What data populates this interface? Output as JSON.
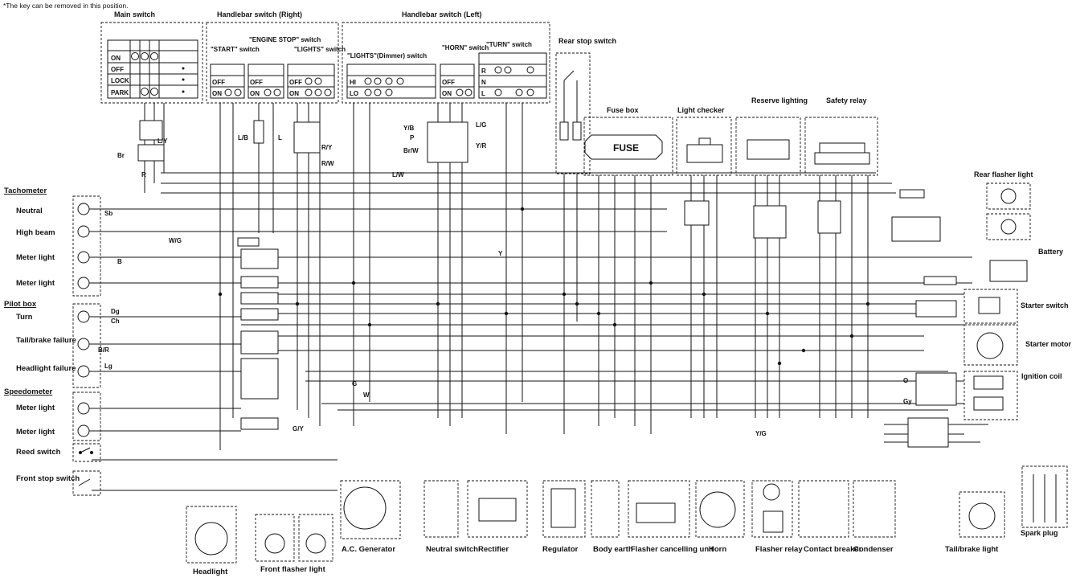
{
  "note": "*The key can be removed in this position.",
  "headers": {
    "main_switch": "Main switch",
    "handlebar_right": "Handlebar switch (Right)",
    "handlebar_left": "Handlebar switch (Left)",
    "rear_stop": "Rear stop switch",
    "fuse_box": "Fuse box",
    "fuse_label": "FUSE",
    "light_checker": "Light checker",
    "reserve_lighting": "Reserve lighting",
    "safety_relay": "Safety relay",
    "rear_flasher": "Rear flasher light",
    "battery": "Battery",
    "starter_switch": "Starter switch",
    "starter_motor": "Starter motor",
    "ignition_coil": "Ignition coil",
    "spark_plug": "Spark plug"
  },
  "sub_switches": {
    "start": "\"START\" switch",
    "engine_stop": "\"ENGINE STOP\" switch",
    "lights": "\"LIGHTS\" switch",
    "dimmer": "\"LIGHTS\"(Dimmer) switch",
    "horn": "\"HORN\" switch",
    "turn": "\"TURN\" switch"
  },
  "main_switch_rows": [
    "ON",
    "OFF",
    "LOCK",
    "PARK"
  ],
  "switch_rows": {
    "start": [
      "OFF",
      "ON"
    ],
    "engine_stop": [
      "OFF",
      "ON"
    ],
    "lights": [
      "OFF",
      "ON"
    ],
    "dimmer": [
      "HI",
      "LO"
    ],
    "horn": [
      "OFF",
      "ON"
    ],
    "turn": [
      "R",
      "N",
      "L"
    ]
  },
  "left_groups": {
    "tachometer": "Tachometer",
    "pilot_box": "Pilot box",
    "speedometer": "Speedometer"
  },
  "left_items": [
    "Neutral",
    "High beam",
    "Meter light",
    "Meter light",
    "Turn",
    "Tail/brake failure",
    "Headlight failure",
    "Meter light",
    "Meter light",
    "Reed switch",
    "Front stop switch"
  ],
  "bottom_components": [
    "Headlight",
    "Front flasher light",
    "A.C. Generator",
    "Neutral switch",
    "Rectifier",
    "Regulator",
    "Body earth",
    "Flasher cancelling unit",
    "Horn",
    "Flasher relay",
    "Contact breaker",
    "Condenser",
    "Tail/brake light"
  ],
  "wire_codes": [
    "L/Y",
    "Br",
    "R",
    "L/B",
    "L",
    "R/Y",
    "R/W",
    "L/W",
    "Y/B",
    "P",
    "Br/W",
    "L/G",
    "Y/R",
    "Y",
    "W/G",
    "Sb",
    "B",
    "Dg",
    "Ch",
    "G/Y",
    "Lg",
    "B/R",
    "G",
    "W",
    "O",
    "Gy",
    "Y/G"
  ],
  "colors": {
    "ink": "#111111",
    "paper": "#ffffff"
  }
}
